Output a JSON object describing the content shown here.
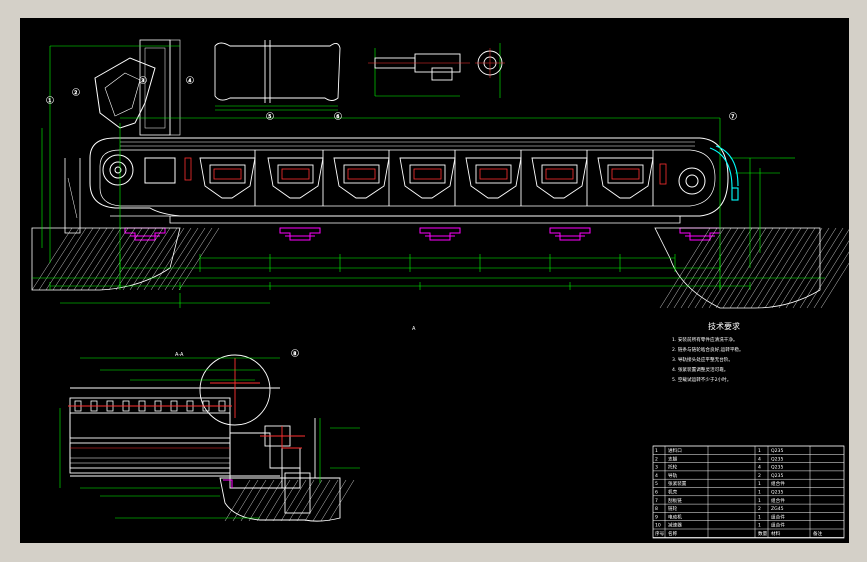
{
  "colors": {
    "background": "#000000",
    "frame": "#d4d0c8",
    "outline": "#ffffff",
    "dimension": "#00ff00",
    "centerline": "#ff3030",
    "support": "#ff00ff",
    "accent_cyan": "#00ffff",
    "note": "#ffff00"
  },
  "title_block": {
    "header": [
      "序号",
      "名称",
      "数量",
      "材料",
      "备注"
    ],
    "rows": [
      [
        "10",
        "减速器",
        "1",
        "组合件",
        ""
      ],
      [
        "9",
        "电动机",
        "1",
        "组合件",
        ""
      ],
      [
        "8",
        "链轮",
        "2",
        "ZG45",
        ""
      ],
      [
        "7",
        "刮板链",
        "1",
        "组合件",
        ""
      ],
      [
        "6",
        "机壳",
        "1",
        "Q235",
        ""
      ],
      [
        "5",
        "张紧装置",
        "1",
        "组合件",
        ""
      ],
      [
        "4",
        "导轨",
        "2",
        "Q235",
        ""
      ],
      [
        "3",
        "托轮",
        "4",
        "Q235",
        ""
      ],
      [
        "2",
        "支腿",
        "4",
        "Q235",
        ""
      ],
      [
        "1",
        "进料口",
        "1",
        "Q235",
        ""
      ]
    ]
  },
  "technical_requirements": {
    "title": "技术要求",
    "items": [
      "1. 安装前所有零件应清洗干净。",
      "2. 链条与链轮啮合良好,运转平稳。",
      "3. 导轨接头处应平整无台阶。",
      "4. 张紧装置调整灵活可靠。",
      "5. 空载试运转不少于2小时。"
    ]
  },
  "section_label": "A-A",
  "callouts": [
    "1",
    "2",
    "3",
    "4",
    "5",
    "6",
    "7",
    "8"
  ]
}
